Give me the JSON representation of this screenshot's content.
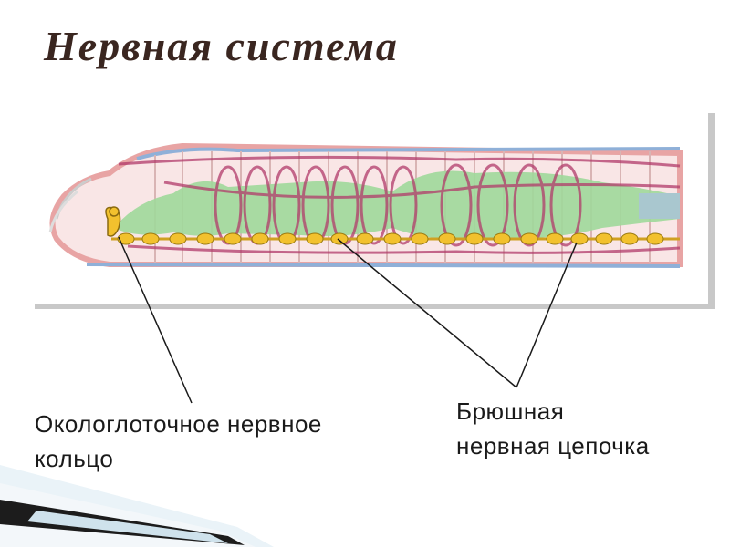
{
  "title": "Нервная система",
  "labels": {
    "pharyngeal_ring_line1": "Окологлоточное нервное",
    "pharyngeal_ring_line2": "кольцо",
    "ventral_chain_line1": "Брюшная",
    "ventral_chain_line2": "нервная цепочка"
  },
  "colors": {
    "title": "#3a2620",
    "body_outline": "#e8a4a4",
    "gut": "#8fd48a",
    "blood_vessel": "#b23a6a",
    "nerve": "#f2c12e",
    "frame_shadow": "#c8c8c8"
  }
}
